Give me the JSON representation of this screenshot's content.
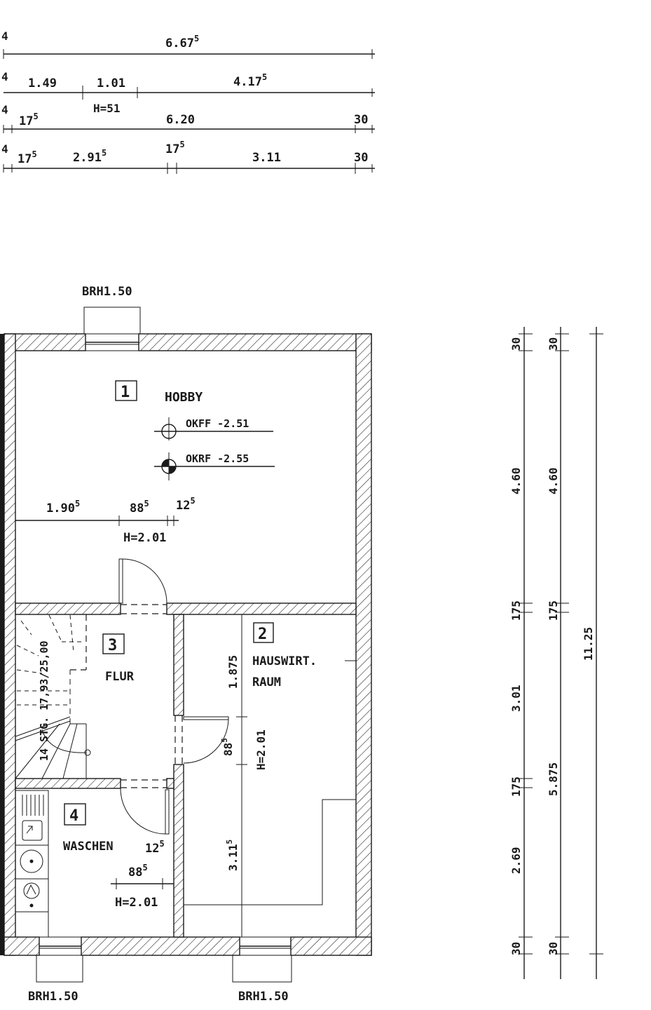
{
  "top_dimensions": {
    "row1": {
      "lead": "4",
      "total": "6.67",
      "total_sup": "5"
    },
    "row2": {
      "lead": "4",
      "a": "1.49",
      "b": "1.01",
      "b_height": "H=51",
      "c": "4.17",
      "c_sup": "5"
    },
    "row3": {
      "lead": "4",
      "a": "17",
      "a_sup": "5",
      "b": "6.20",
      "c": "30"
    },
    "row4": {
      "lead": "4",
      "a": "17",
      "a_sup": "5",
      "b": "2.91",
      "b_sup": "5",
      "c": "17",
      "c_sup": "5",
      "d": "3.11",
      "e": "30"
    }
  },
  "windows": {
    "top": "BRH1.50",
    "bottom_left": "BRH1.50",
    "bottom_right": "BRH1.50"
  },
  "rooms": [
    {
      "number": "1",
      "name": "HOBBY"
    },
    {
      "number": "2",
      "name_line1": "HAUSWIRT.",
      "name_line2": "RAUM"
    },
    {
      "number": "3",
      "name": "FLUR"
    },
    {
      "number": "4",
      "name": "WASCHEN"
    }
  ],
  "levels": {
    "okff": "OKFF -2.51",
    "okrf": "OKRF -2.55"
  },
  "hobby_dims": {
    "a": "1.90",
    "a_sup": "5",
    "b": "88",
    "b_sup": "5",
    "c": "12",
    "c_sup": "5",
    "height": "H=2.01"
  },
  "stair": {
    "label": "14 STG. 17,93/25,00"
  },
  "hauswirt_dims": {
    "upper": "1.875",
    "door": "88",
    "door_sup": "5",
    "door_height": "H=2.01",
    "lower": "3.11",
    "lower_sup": "5"
  },
  "waschen_dims": {
    "a": "12",
    "a_sup": "5",
    "b": "88",
    "b_sup": "5",
    "height": "H=2.01"
  },
  "right_dimensions": {
    "col1": [
      "30",
      "4.60",
      "175",
      "3.01",
      "175",
      "2.69",
      "30"
    ],
    "col2": [
      "30",
      "4.60",
      "175",
      "5.875",
      "30"
    ],
    "col3": [
      "11.25"
    ]
  }
}
